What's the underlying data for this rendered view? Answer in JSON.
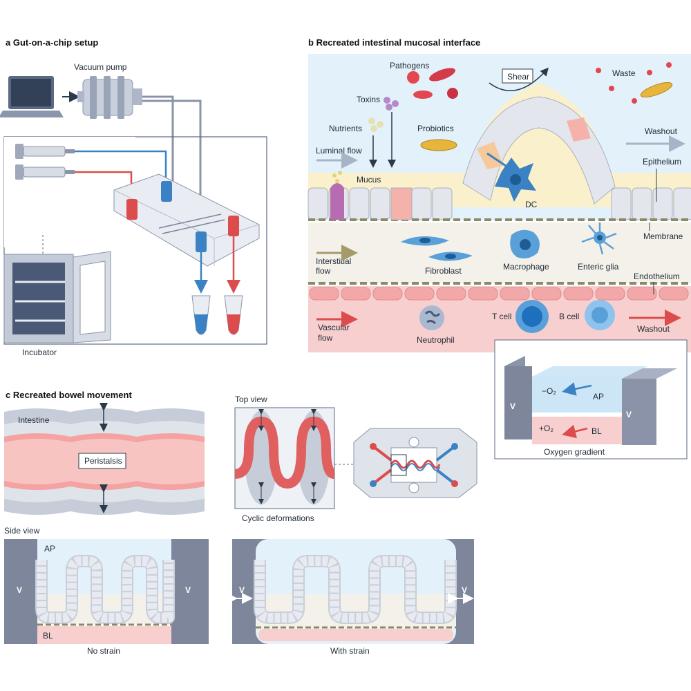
{
  "panel_a": {
    "letter": "a",
    "title": "Gut-on-a-chip setup",
    "vacuum_pump": "Vacuum pump",
    "incubator": "Incubator"
  },
  "panel_b": {
    "letter": "b",
    "title": "Recreated intestinal mucosal interface",
    "pathogens": "Pathogens",
    "shear": "Shear",
    "waste": "Waste",
    "toxins": "Toxins",
    "nutrients": "Nutrients",
    "probiotics": "Probiotics",
    "washout_top": "Washout",
    "luminal_flow": "Luminal flow",
    "epithelium": "Epithelium",
    "mucus": "Mucus",
    "dc": "DC",
    "membrane": "Membrane",
    "interstitial_flow_1": "Interstitial",
    "interstitial_flow_2": "flow",
    "fibroblast": "Fibroblast",
    "macrophage": "Macrophage",
    "enteric_glia": "Enteric glia",
    "endothelium": "Endothelium",
    "vascular_flow_1": "Vascular",
    "vascular_flow_2": "flow",
    "neutrophil": "Neutrophil",
    "t_cell": "T cell",
    "b_cell": "B cell",
    "washout_bottom": "Washout",
    "inset": {
      "v_left": "V",
      "v_right": "V",
      "minus_o2": "−O₂",
      "ap": "AP",
      "plus_o2": "+O₂",
      "bl": "BL",
      "caption": "Oxygen gradient"
    }
  },
  "panel_c": {
    "letter": "c",
    "title": "Recreated bowel movement",
    "intestine": "Intestine",
    "peristalsis": "Peristalsis",
    "top_view": "Top view",
    "cyclic": "Cyclic deformations",
    "side_view": "Side view",
    "ap": "AP",
    "bl": "BL",
    "v": "V",
    "no_strain": "No strain",
    "with_strain": "With strain"
  },
  "colors": {
    "lumen": "#e3f1fb",
    "mucus": "#fbf0cc",
    "epithelial_cell": "#e3e6ec",
    "membrane": "#8b8a68",
    "interstitium": "#f3f1ea",
    "vascular": "#f7cfcf",
    "endothelial_cell": "#f2a8a8",
    "blue_flow": "#3b82c4",
    "red_flow": "#dc4c4c",
    "chamber_wall": "#8a93a8"
  }
}
